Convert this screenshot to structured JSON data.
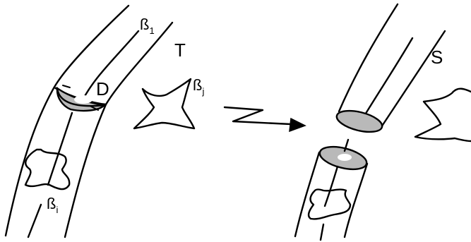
{
  "labels": {
    "beta1": {
      "main": "ß",
      "sub": "1"
    },
    "betaj": {
      "main": "ß",
      "sub": "j"
    },
    "betai": {
      "main": "ß",
      "sub": "i"
    },
    "T": "T",
    "D": "D",
    "S": "S"
  },
  "colors": {
    "ink": "#000000",
    "disk_fill": "#b9b9b9",
    "background": "#ffffff"
  }
}
